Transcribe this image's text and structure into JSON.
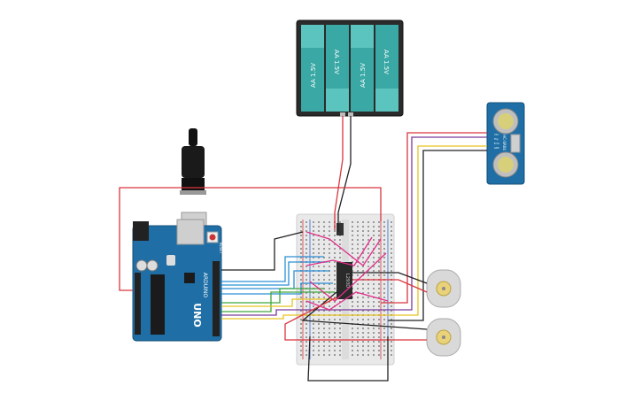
{
  "battery_pack": {
    "cells": [
      {
        "label": "AA 1.5V",
        "orientation": "up"
      },
      {
        "label": "AA 1.5V",
        "orientation": "down"
      },
      {
        "label": "AA 1.5V",
        "orientation": "up"
      },
      {
        "label": "AA 1.5V",
        "orientation": "down"
      }
    ]
  },
  "arduino": {
    "board_name": "UNO",
    "brand_logo_text": "ARDUINO",
    "reset_label": "RESET"
  },
  "ultrasonic_sensor": {
    "model": "HC-SR04",
    "pins": [
      "VCC",
      "Trig",
      "Echo",
      "GND"
    ]
  },
  "motor_driver_ic": {
    "label": "L293D"
  },
  "colors": {
    "board_blue": "#1f6fa6",
    "battery_teal": "#3aa8a4",
    "wire_red": "#d9363e",
    "wire_black": "#222222",
    "wire_blue": "#2a8fd6",
    "wire_green": "#3fa73a",
    "wire_yellow": "#e8c320",
    "wire_purple": "#7a3a9a",
    "wire_pink": "#e0308a",
    "motor_yellow": "#e9d27a"
  }
}
